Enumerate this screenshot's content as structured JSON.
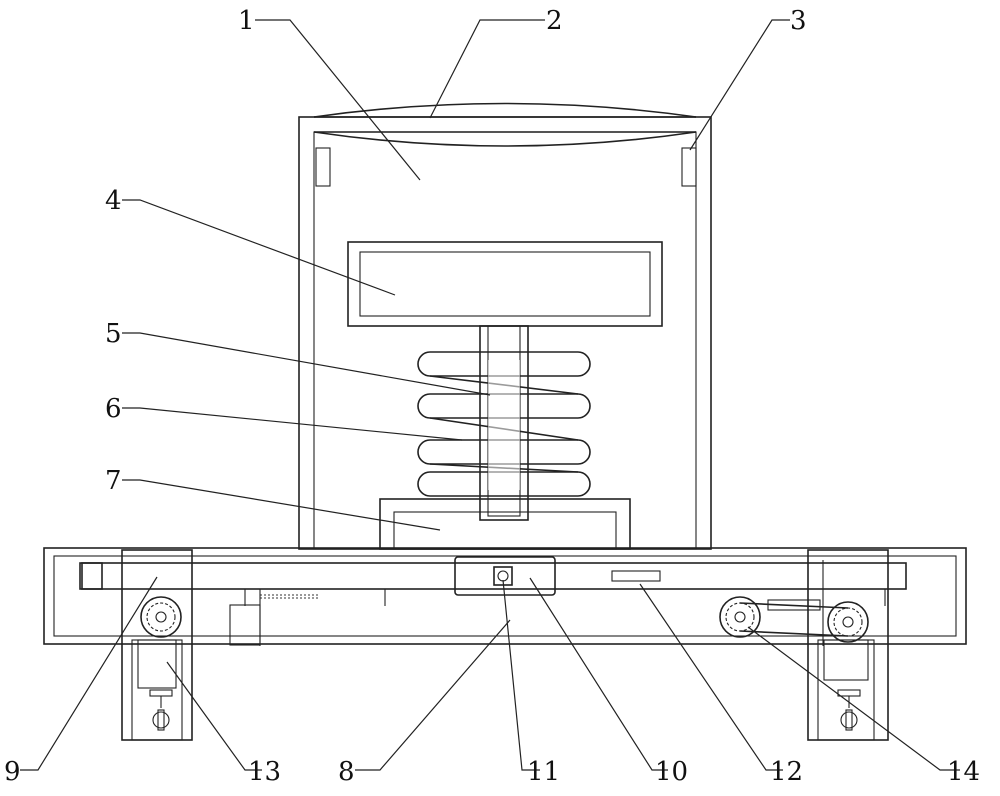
{
  "figure": {
    "background": "#ffffff",
    "line_color": "#222222",
    "labels": [
      {
        "id": "1",
        "text": "1"
      },
      {
        "id": "2",
        "text": "2"
      },
      {
        "id": "3",
        "text": "3"
      },
      {
        "id": "4",
        "text": "4"
      },
      {
        "id": "5",
        "text": "5"
      },
      {
        "id": "6",
        "text": "6"
      },
      {
        "id": "7",
        "text": "7"
      },
      {
        "id": "8",
        "text": "8"
      },
      {
        "id": "9",
        "text": "9"
      },
      {
        "id": "10",
        "text": "10"
      },
      {
        "id": "11",
        "text": "11"
      },
      {
        "id": "12",
        "text": "12"
      },
      {
        "id": "13",
        "text": "13"
      },
      {
        "id": "14",
        "text": "14"
      }
    ]
  }
}
